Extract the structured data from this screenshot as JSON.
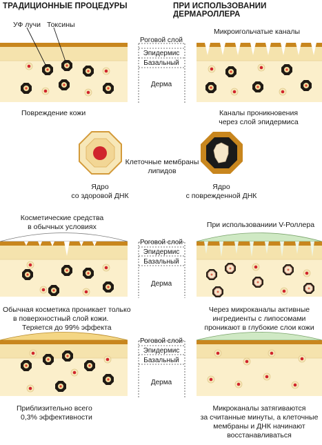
{
  "headers": {
    "left": "ТРАДИЦИОННЫЕ ПРОЦЕДУРЫ",
    "right": "ПРИ ИСПОЛЬЗОВАНИИ ДЕРМАРОЛЛЕРА"
  },
  "panel1": {
    "uv_label": "УФ лучи",
    "toxins_label": "Токсины",
    "caption": "Повреждение кожи"
  },
  "panel2": {
    "top_label": "Микроигольчатые каналы",
    "caption_line1": "Каналы проникновения",
    "caption_line2": "через слой эпидермиса"
  },
  "layers": {
    "stratum_corneum": "Роговой слой",
    "epidermis": "Эпидермис",
    "basal": "Базальный",
    "dermis": "Дерма"
  },
  "cells": {
    "healthy_line1": "Ядро",
    "healthy_line2": "со здоровой ДНК",
    "middle_line1": "Клеточные мембраны",
    "middle_line2": "липидов",
    "damaged_line1": "Ядро",
    "damaged_line2": "с поврежденной ДНК"
  },
  "panel3": {
    "top_line1": "Косметические средства",
    "top_line2": "в обычных условиях",
    "caption_line1": "Обычная косметика проникает только",
    "caption_line2": "в поверхностный слой кожи.",
    "caption_line3": "Теряется до 99% эффекта"
  },
  "panel4": {
    "top_label": "При использованиии V-Роллера",
    "caption_line1": "Через микроканалы активные",
    "caption_line2": "ингредиенты с липосомами",
    "caption_line3": "проникают в глубокие слои кожи"
  },
  "panel5": {
    "caption_line1": "Приблизительно всего",
    "caption_line2": "0,3% эффективности"
  },
  "panel6": {
    "caption_line1": "Микроканалы затягиваются",
    "caption_line2": "за считанные минуты, а клеточные",
    "caption_line3": "мембраны и ДНК начинают",
    "caption_line4": "восстанавливаться"
  },
  "colors": {
    "corneum": "#c8861e",
    "epidermis": "#f5e3ad",
    "dermis": "#fbefcb",
    "damaged_ring": "#1a1a1a",
    "nucleus_red": "#d0242c",
    "cream_green": "#cfe9c4"
  }
}
